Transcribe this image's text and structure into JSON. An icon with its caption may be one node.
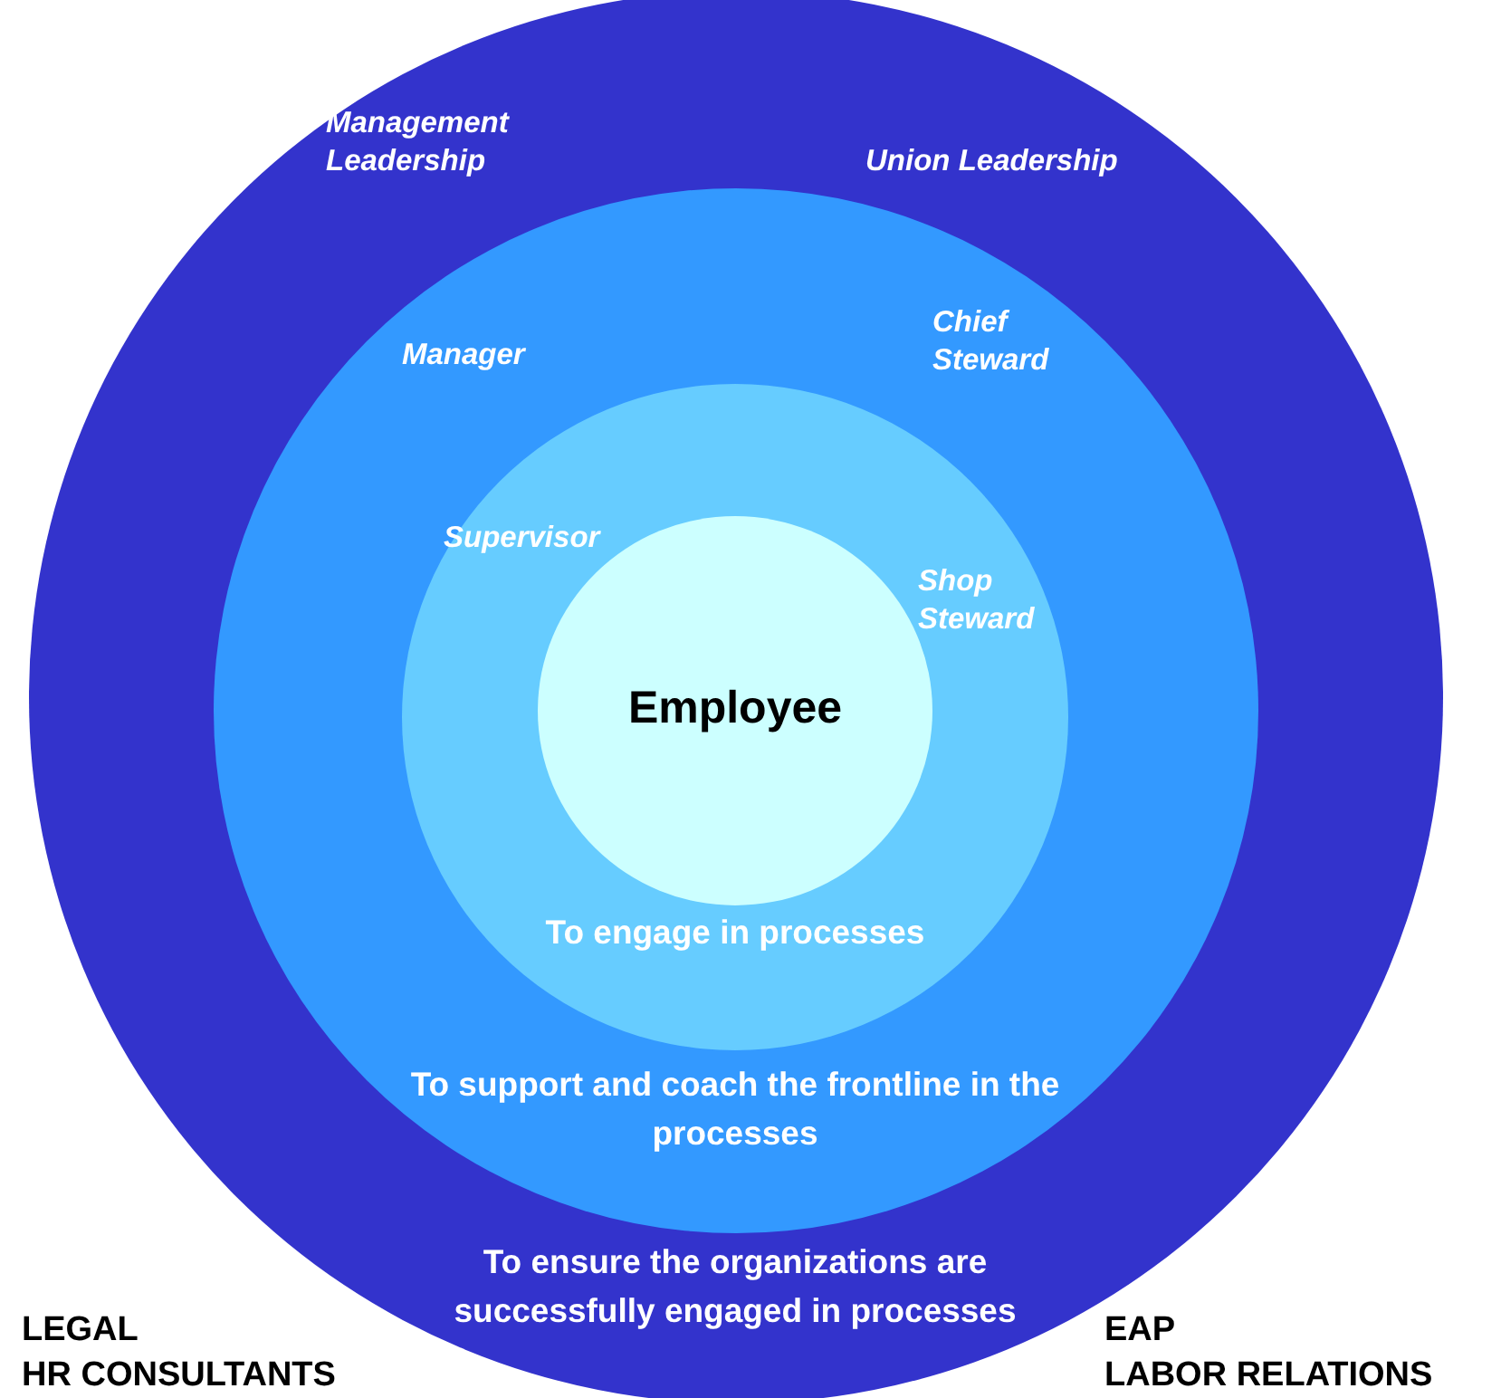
{
  "diagram": {
    "nodes": [
      {
        "text": [
          "Management Leadership",
          "Union Leadership",
          "To ensure the organizations are successfully engaged in processes"
        ]
      },
      {
        "text": [
          "Manager",
          "Chief Steward",
          "To support and coach the frontline in the processes"
        ],
        "in": 0
      },
      {
        "text": [
          "Supervisor",
          "Shop Steward",
          "To engage in processes"
        ],
        "in": 1
      },
      {
        "text": [
          "Employee"
        ],
        "in": 2
      }
    ],
    "labels": [
      "LEGAL",
      "HR CONSULTANTS",
      "EAP",
      "LABOR RELATIONS"
    ]
  }
}
